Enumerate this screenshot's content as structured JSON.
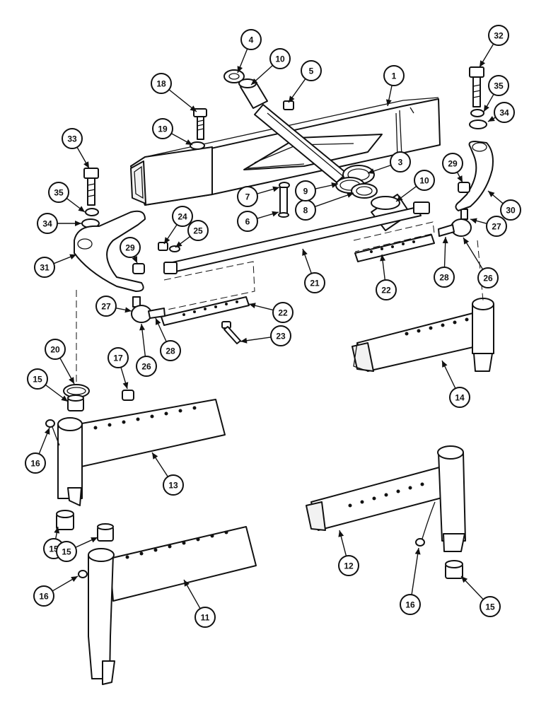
{
  "callouts": [
    {
      "label": "1"
    },
    {
      "label": "3"
    },
    {
      "label": "4"
    },
    {
      "label": "5"
    },
    {
      "label": "6"
    },
    {
      "label": "7"
    },
    {
      "label": "8"
    },
    {
      "label": "9"
    },
    {
      "label": "10"
    },
    {
      "label": "10"
    },
    {
      "label": "11"
    },
    {
      "label": "12"
    },
    {
      "label": "13"
    },
    {
      "label": "14"
    },
    {
      "label": "15"
    },
    {
      "label": "15"
    },
    {
      "label": "15"
    },
    {
      "label": "15"
    },
    {
      "label": "16"
    },
    {
      "label": "16"
    },
    {
      "label": "16"
    },
    {
      "label": "17"
    },
    {
      "label": "18"
    },
    {
      "label": "19"
    },
    {
      "label": "20"
    },
    {
      "label": "21"
    },
    {
      "label": "22"
    },
    {
      "label": "22"
    },
    {
      "label": "23"
    },
    {
      "label": "24"
    },
    {
      "label": "25"
    },
    {
      "label": "26"
    },
    {
      "label": "26"
    },
    {
      "label": "27"
    },
    {
      "label": "27"
    },
    {
      "label": "28"
    },
    {
      "label": "28"
    },
    {
      "label": "29"
    },
    {
      "label": "29"
    },
    {
      "label": "30"
    },
    {
      "label": "31"
    },
    {
      "label": "32"
    },
    {
      "label": "33"
    },
    {
      "label": "34"
    },
    {
      "label": "34"
    },
    {
      "label": "35"
    },
    {
      "label": "35"
    }
  ]
}
